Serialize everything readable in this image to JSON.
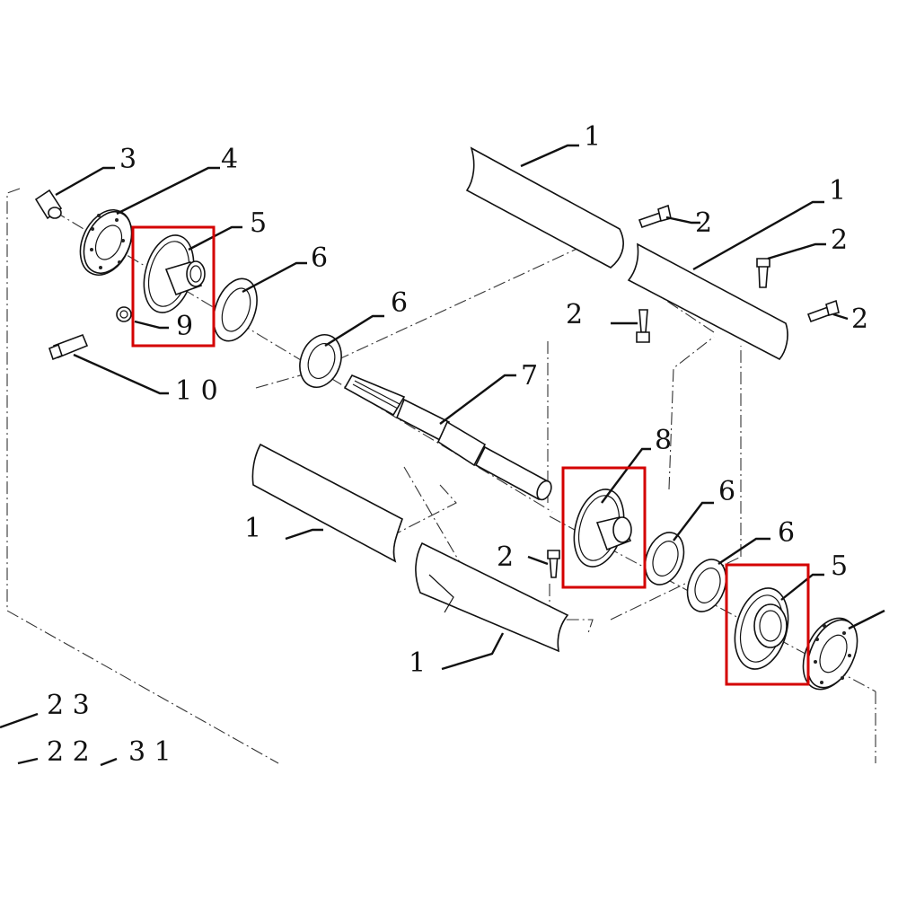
{
  "labels": {
    "l_1a": "1",
    "l_1b": "1",
    "l_1c": "1",
    "l_1d": "1",
    "l_2a": "2",
    "l_2b": "2",
    "l_2c": "2",
    "l_2d": "2",
    "l_2e": "2",
    "l_3": "3",
    "l_4": "4",
    "l_5a": "5",
    "l_5b": "5",
    "l_6a": "6",
    "l_6b": "6",
    "l_6c": "6",
    "l_6d": "6",
    "l_7": "7",
    "l_8": "8",
    "l_9": "9",
    "l_10": "1 0",
    "l_23": "2 3",
    "l_22": "2 2",
    "l_31": "3 1"
  },
  "colors": {
    "highlight": "#d40000",
    "line": "#111111",
    "background": "#ffffff"
  }
}
